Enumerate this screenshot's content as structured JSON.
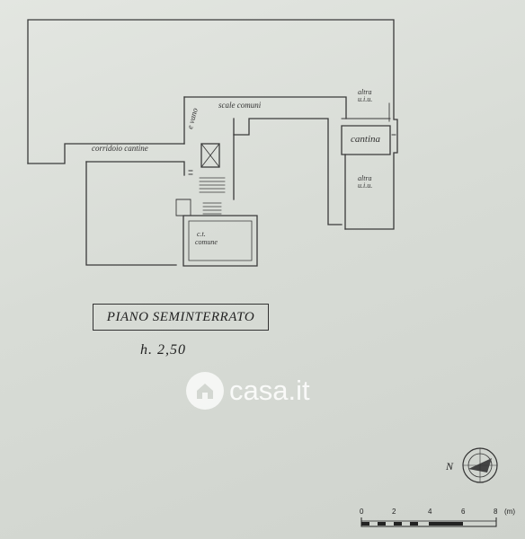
{
  "rooms": {
    "corridoio": "corridoio cantine",
    "scale_comuni": "scale comuni",
    "vano": "e vano",
    "altra_top_1": "altra",
    "altra_top_2": "u.i.u.",
    "cantina": "cantina",
    "altra_bottom_1": "altra",
    "altra_bottom_2": "u.i.u.",
    "ct_1": "c.t.",
    "ct_2": "comune"
  },
  "title": "PIANO SEMINTERRATO",
  "height": "h. 2,50",
  "watermark": "casa.it",
  "north": "N",
  "scale": {
    "ticks": [
      "0",
      "2",
      "4",
      "6",
      "8"
    ],
    "unit": "(m)"
  }
}
